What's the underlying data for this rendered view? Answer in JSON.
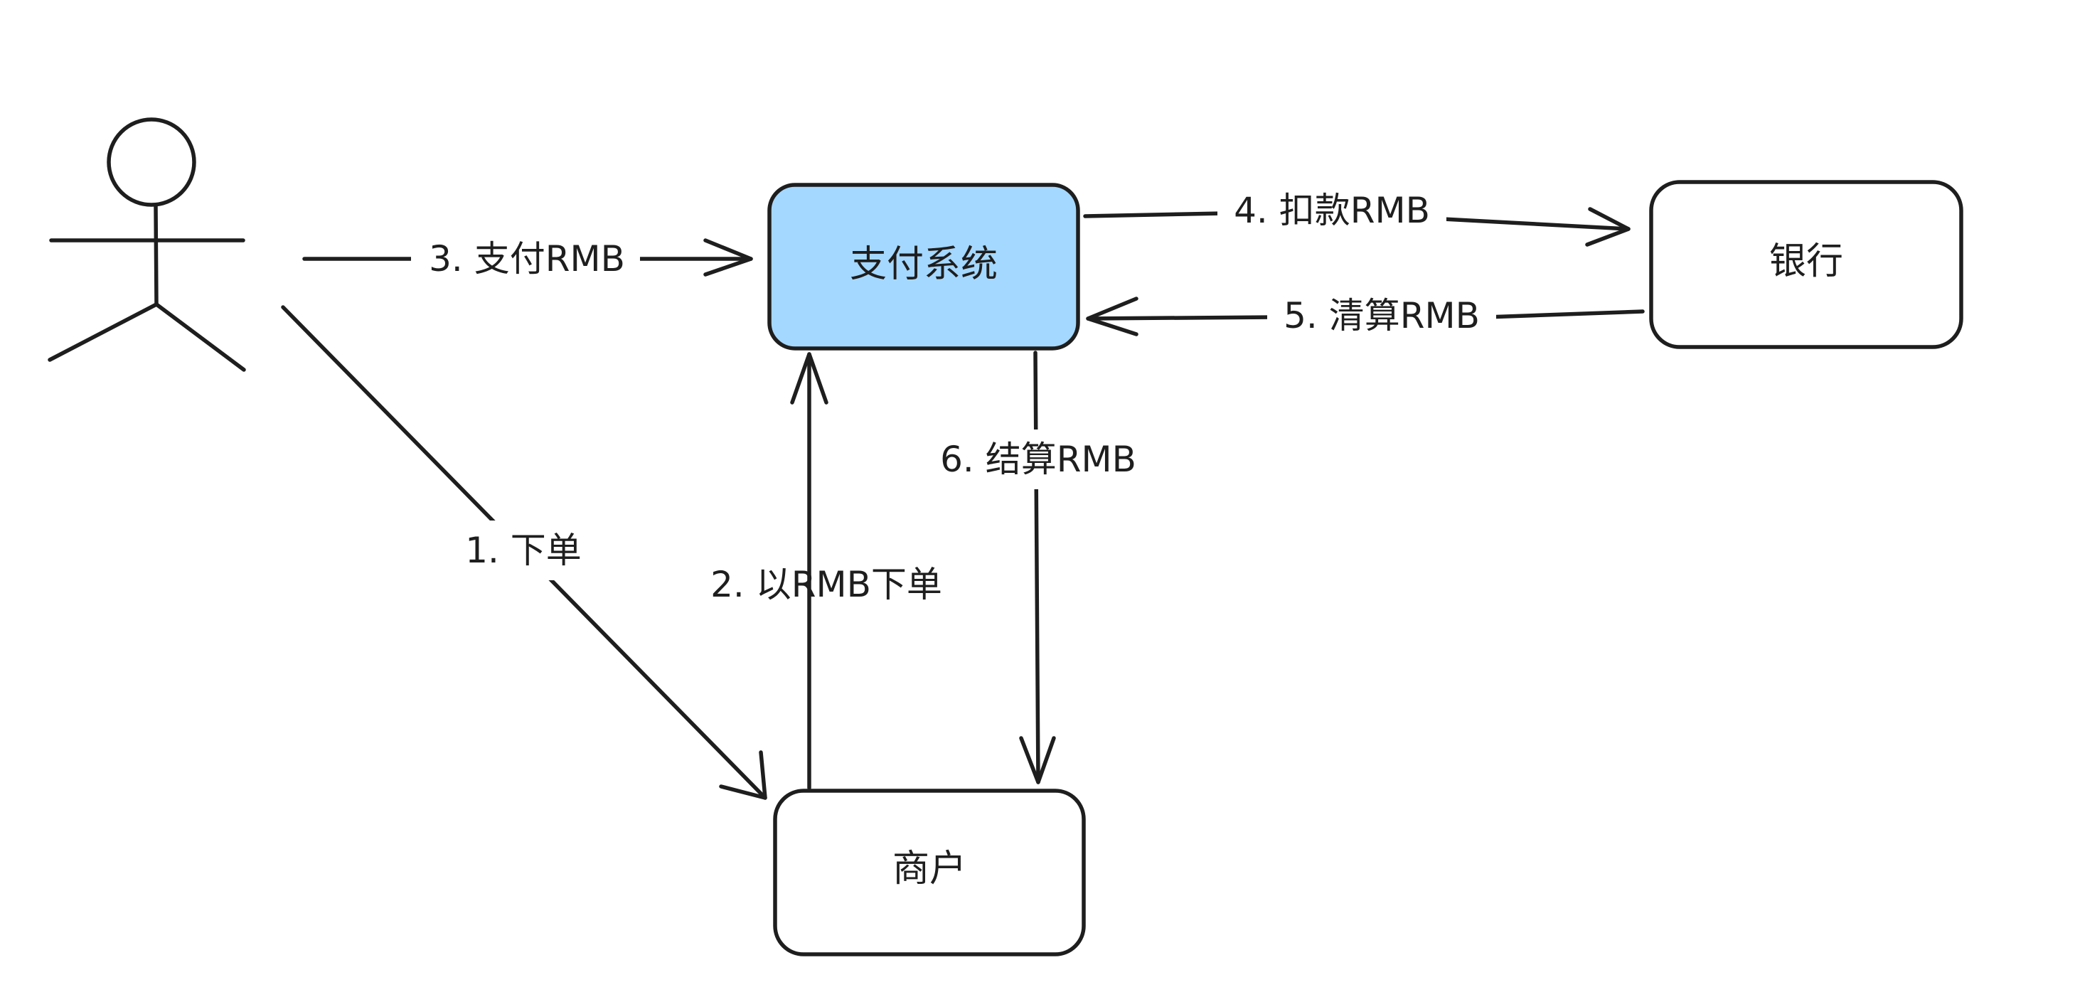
{
  "colors": {
    "stroke": "#1e1e1e",
    "highlight_fill": "#a5d8ff",
    "box_fill": "#ffffff",
    "background": "#ffffff"
  },
  "actor": {
    "icon": "stick-figure-icon"
  },
  "nodes": {
    "payment_system": "支付系统",
    "bank": "银行",
    "merchant": "商户"
  },
  "edges": {
    "e1": "1. 下单",
    "e2": "2. 以RMB下单",
    "e3": "3. 支付RMB",
    "e4": "4. 扣款RMB",
    "e5": "5. 清算RMB",
    "e6": "6. 结算RMB"
  }
}
